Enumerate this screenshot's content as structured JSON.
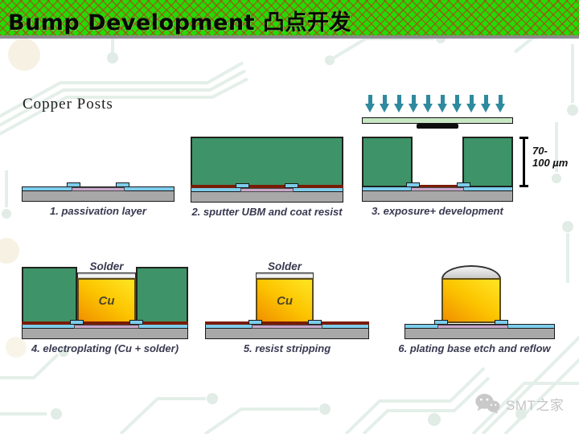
{
  "header": {
    "title": "Bump Development 凸点开发"
  },
  "section_title": "Copper Posts",
  "diagram": {
    "steps": [
      {
        "id": 1,
        "caption": "1. passivation layer"
      },
      {
        "id": 2,
        "caption": "2. sputter UBM and coat resist"
      },
      {
        "id": 3,
        "caption": "3. exposure+ development",
        "dimension_line1": "70-",
        "dimension_line2": "100 µm",
        "uv_arrow_count": 10
      },
      {
        "id": 4,
        "caption": "4. electroplating (Cu + solder)",
        "solder_label": "Solder",
        "cu_label": "Cu"
      },
      {
        "id": 5,
        "caption": "5. resist stripping",
        "solder_label": "Solder",
        "cu_label": "Cu"
      },
      {
        "id": 6,
        "caption": "6. plating base etch and reflow"
      }
    ],
    "colors": {
      "header_green": "#25da06",
      "resist_green": "#3e9468",
      "substrate_gray": "#a8a8a8",
      "passivation_blue": "#7dcdec",
      "pad_lavender": "#c9a7ca",
      "ubm_dark_red": "#791c05",
      "mask_light_green": "#c9e7c5",
      "uv_arrow_teal": "#2e8a9e",
      "copper_yellow": "#ffe01e",
      "copper_orange": "#f08f00",
      "solder_silver": "#d9d9d9"
    }
  },
  "watermark": {
    "icon": "wechat-icon",
    "text": "SMT之家"
  }
}
